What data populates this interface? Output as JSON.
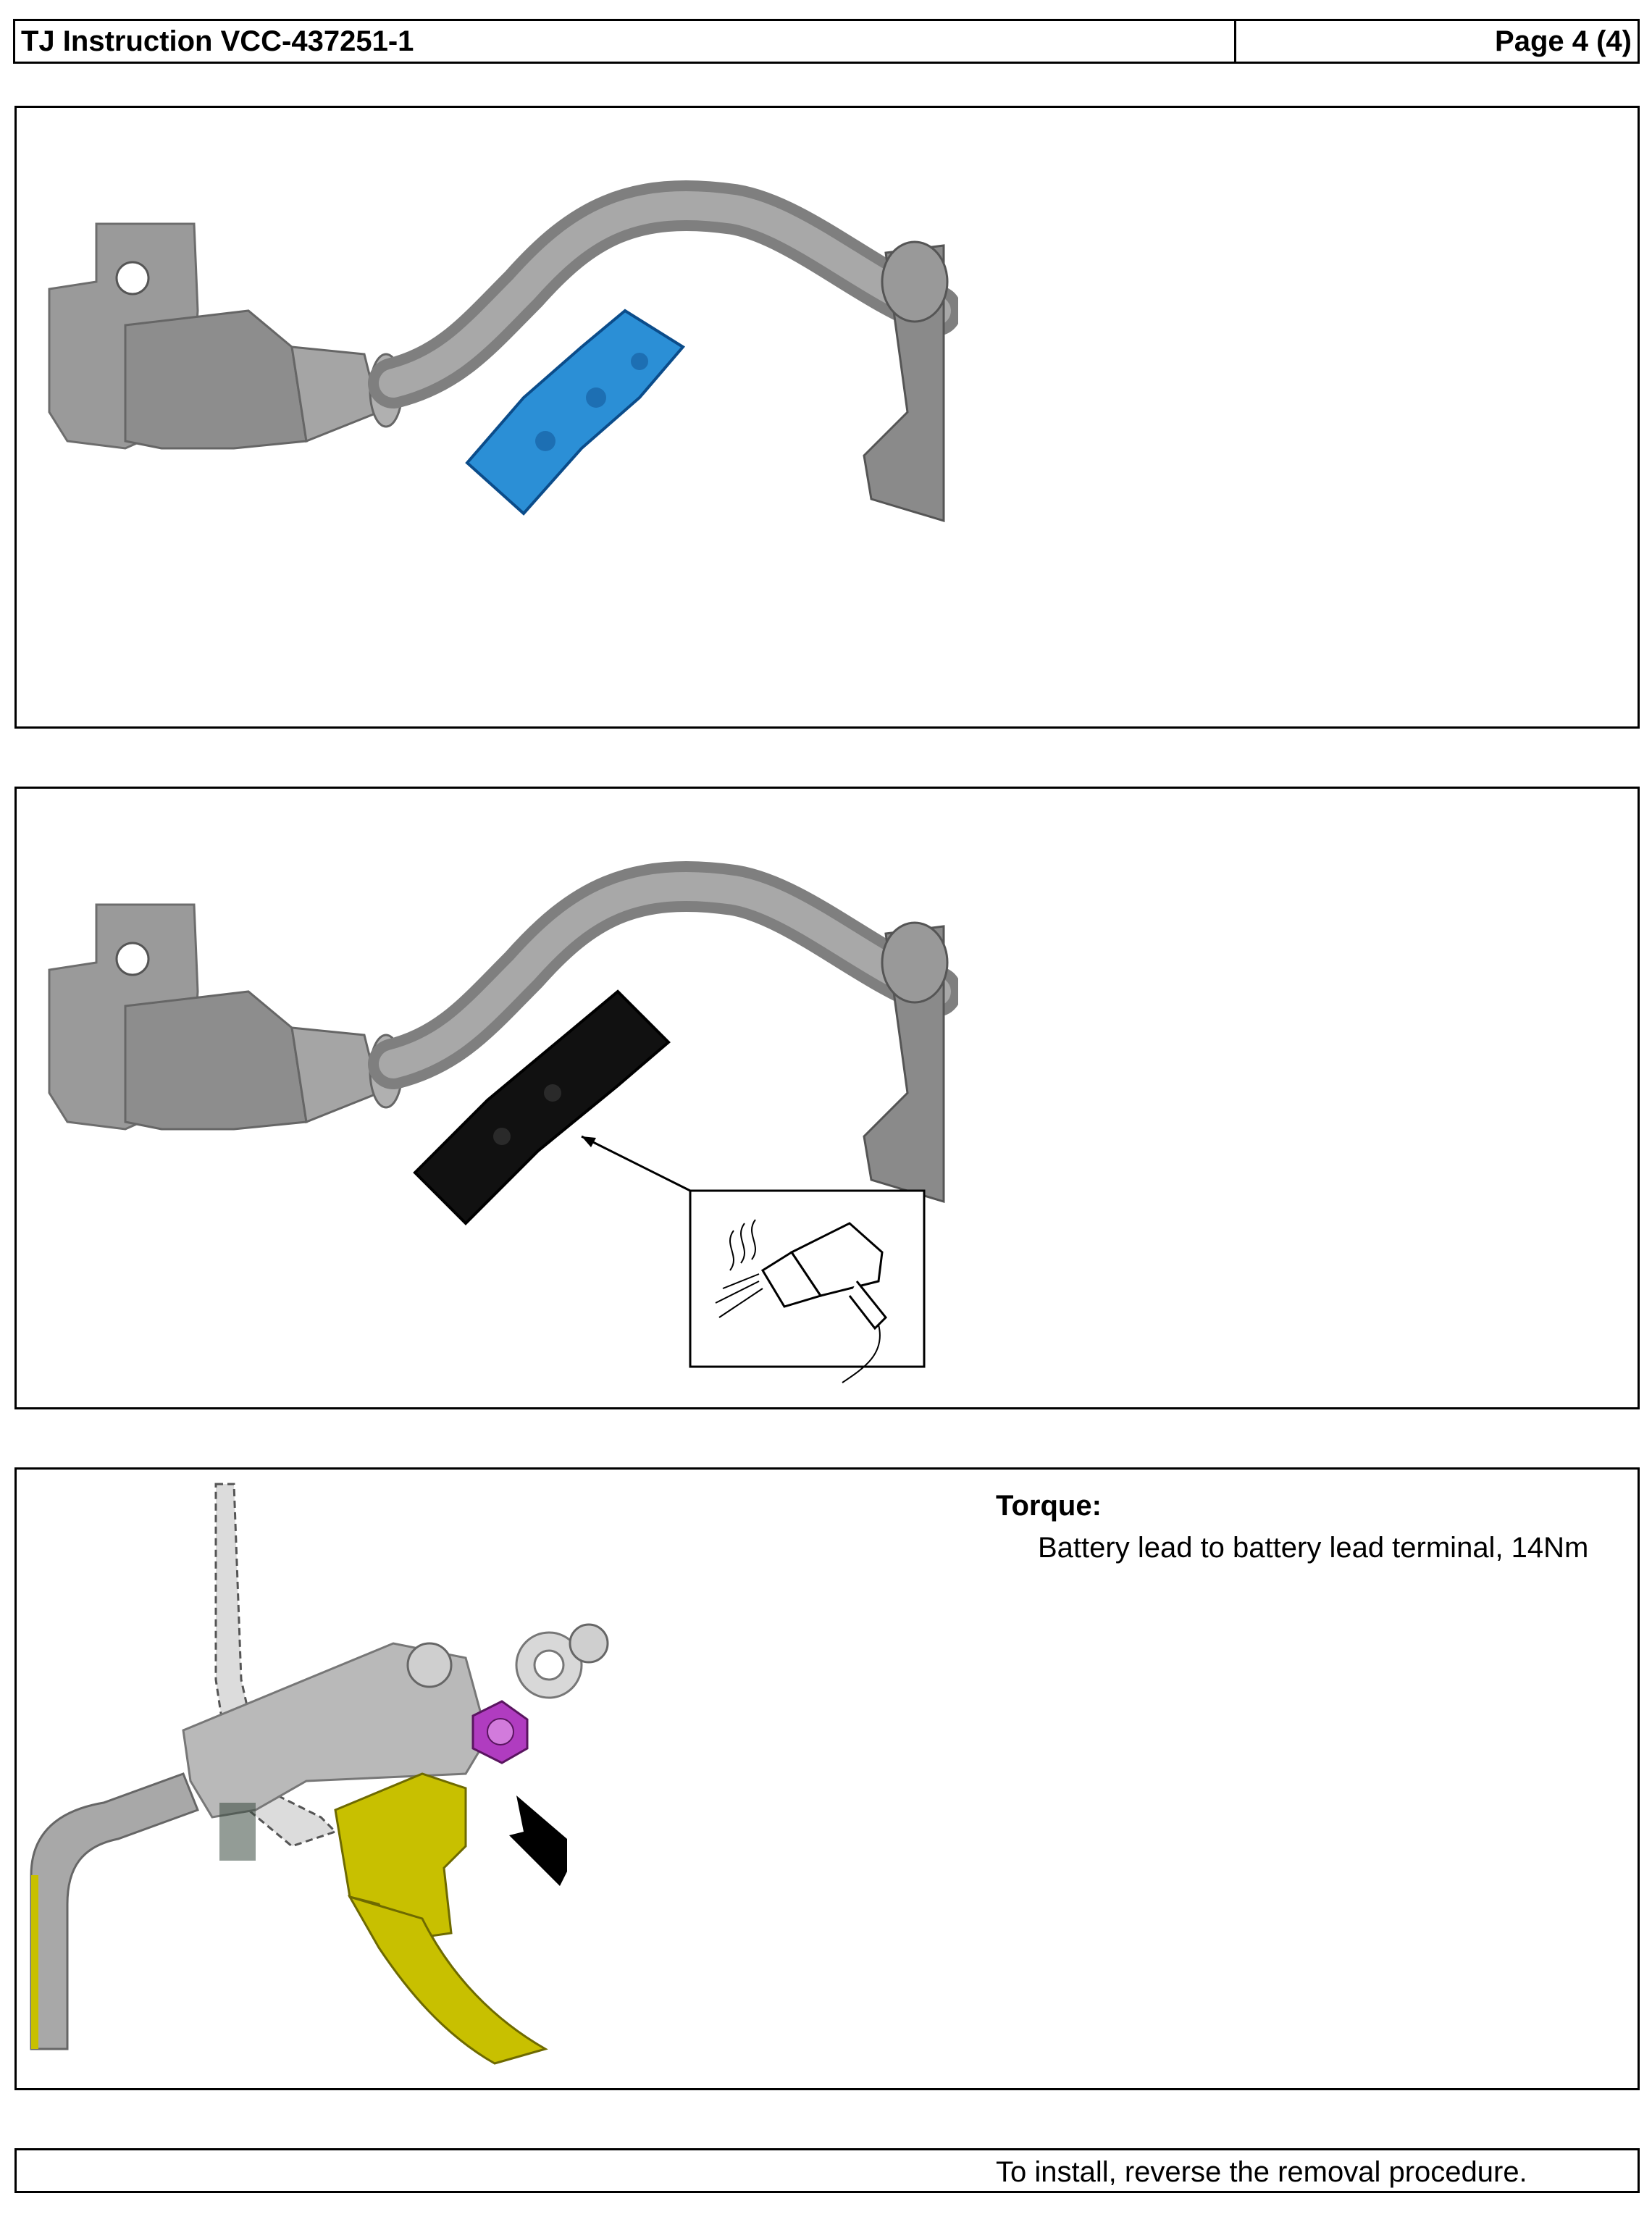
{
  "header": {
    "title": "TJ Instruction VCC-437251-1",
    "page": "Page 4 (4)"
  },
  "panels": {
    "panel1": {
      "illustration_icon": "cable-with-blue-shrink-sleeve-icon"
    },
    "panel2": {
      "illustration_icon": "cable-with-black-shrink-sleeve-icon",
      "inset_icon": "heat-gun-icon"
    },
    "panel3": {
      "illustration_icon": "battery-terminal-nut-icon",
      "torque_title": "Torque:",
      "torque_spec": "Battery lead to battery lead terminal, 14Nm"
    }
  },
  "footer": {
    "text": "To install, reverse the removal procedure."
  },
  "colors": {
    "sleeve_blue": "#2b8fd6",
    "sleeve_black": "#111111",
    "part_grey": "#9a9a9a",
    "cable_yellow": "#c8c000",
    "nut_magenta": "#b03cc0"
  }
}
